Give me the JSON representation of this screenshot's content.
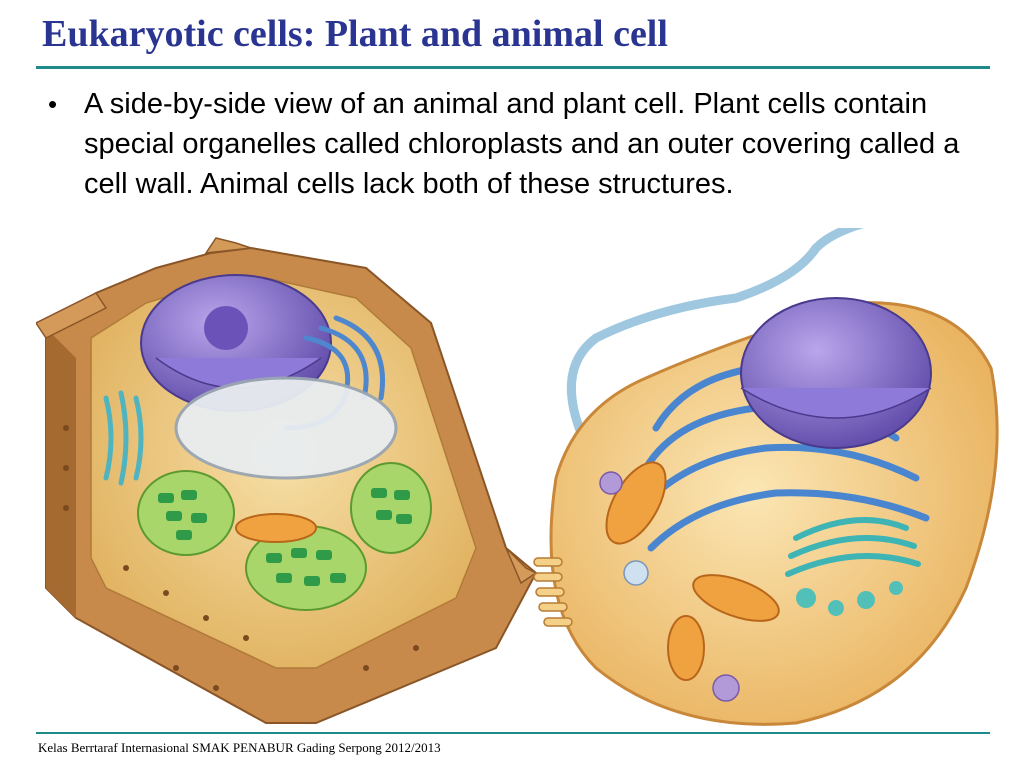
{
  "slide": {
    "title": "Eukaryotic cells: Plant and animal cell",
    "bullet": "A side-by-side view of an animal and plant cell. Plant cells contain special organelles called chloroplasts and an outer covering called a cell wall. Animal cells lack both of these structures.",
    "footer": "Kelas Berrtaraf Internasional SMAK PENABUR Gading Serpong 2012/2013"
  },
  "colors": {
    "title": "#2a3592",
    "rule": "#1f8a8a",
    "cell_wall": "#c98a4a",
    "cytoplasm": "#f2c98a",
    "nucleus": "#7a64c2",
    "er": "#5a8fd4",
    "chloroplast": "#6ab84a",
    "mitochondria": "#e0903a"
  }
}
